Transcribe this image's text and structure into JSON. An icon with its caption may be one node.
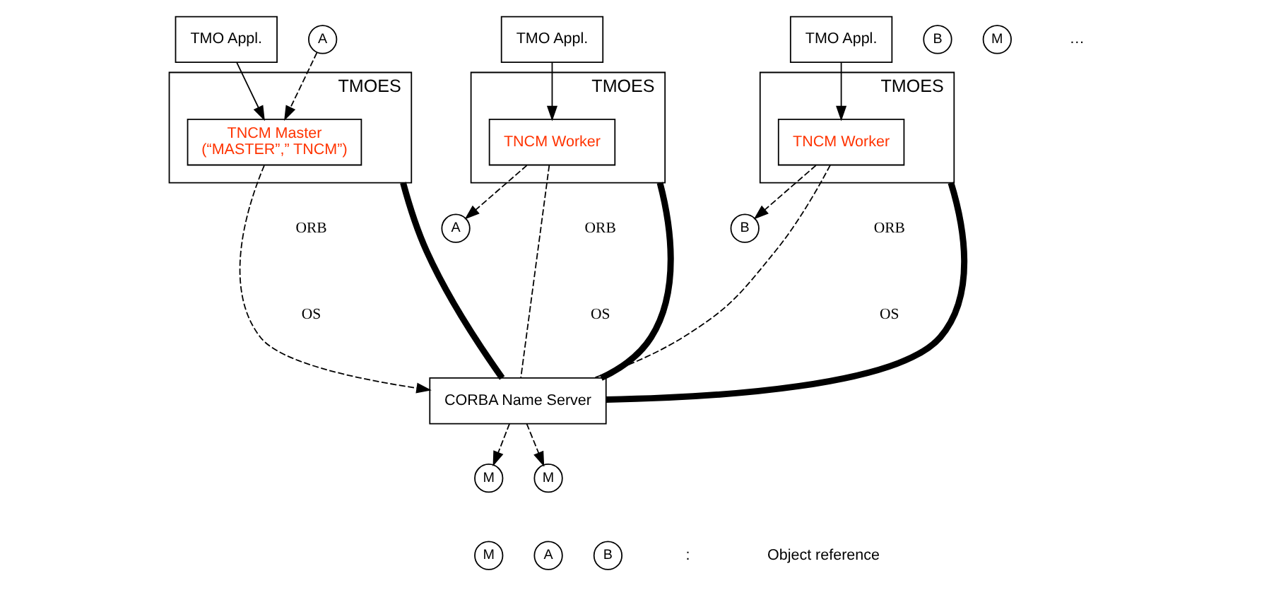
{
  "diagram": {
    "nodes": [
      {
        "text": [
          "TMO Appl."
        ]
      },
      {
        "text": [
          "TMO Appl."
        ]
      },
      {
        "text": [
          "TMO Appl."
        ]
      },
      {
        "text": [
          "TMOES"
        ]
      },
      {
        "text": [
          "TNCM Master",
          "(“MASTER”,” TNCM”)"
        ],
        "in": 3
      },
      {
        "text": [
          "TMOES"
        ]
      },
      {
        "text": [
          "TNCM Worker"
        ],
        "in": 5
      },
      {
        "text": [
          "TMOES"
        ]
      },
      {
        "text": [
          "TNCM Worker"
        ],
        "in": 7
      },
      {
        "text": [
          "A"
        ]
      },
      {
        "text": [
          "A"
        ]
      },
      {
        "text": [
          "B"
        ]
      },
      {
        "text": [
          "B"
        ]
      },
      {
        "text": [
          "M"
        ]
      },
      {
        "text": [
          "CORBA Name Server"
        ]
      },
      {
        "text": [
          "M"
        ]
      },
      {
        "text": [
          "M"
        ]
      },
      {
        "text": [
          "M"
        ]
      },
      {
        "text": [
          "A"
        ]
      },
      {
        "text": [
          "B"
        ]
      }
    ],
    "edges": [
      {
        "from": 0,
        "to": 4,
        "arrow": "to"
      },
      {
        "from": 1,
        "to": 6,
        "arrow": "to"
      },
      {
        "from": 2,
        "to": 8,
        "arrow": "to"
      },
      {
        "from": 9,
        "to": 4,
        "arrow": "to",
        "style": "dashed"
      },
      {
        "from": 6,
        "to": 10,
        "arrow": "to",
        "style": "dashed"
      },
      {
        "from": 8,
        "to": 11,
        "arrow": "to",
        "style": "dashed"
      },
      {
        "from": 4,
        "to": 14,
        "arrow": "to",
        "style": "dashed"
      },
      {
        "from": 3,
        "to": 14,
        "arrow": "none",
        "style": "thick"
      },
      {
        "from": 5,
        "to": 14,
        "arrow": "none",
        "style": "thick"
      },
      {
        "from": 7,
        "to": 14,
        "arrow": "none",
        "style": "thick"
      },
      {
        "from": 6,
        "to": 14,
        "arrow": "none",
        "style": "dashed"
      },
      {
        "from": 8,
        "to": 14,
        "arrow": "none",
        "style": "dashed"
      },
      {
        "from": 14,
        "to": 15,
        "arrow": "to",
        "style": "dashed"
      },
      {
        "from": 14,
        "to": 16,
        "arrow": "to",
        "style": "dashed"
      }
    ],
    "labels": [
      "…",
      "ORB",
      "ORB",
      "ORB",
      "OS",
      "OS",
      "OS",
      ":",
      "Object reference"
    ]
  }
}
